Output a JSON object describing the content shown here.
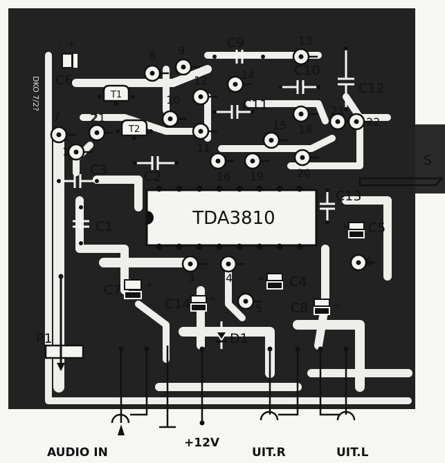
{
  "board": {
    "bg_color": "#222222",
    "trace_color": "#eeeeea",
    "ink_color": "#111111"
  },
  "ic": {
    "label": "TDA3810",
    "pins_per_side": 8
  },
  "side_text": "DKO 7/2?",
  "pads": [
    "1",
    "2",
    "3",
    "4",
    "5",
    "6",
    "7",
    "8",
    "9",
    "10",
    "11",
    "12",
    "13",
    "14",
    "15",
    "16",
    "18",
    "19",
    "20",
    "21",
    "21",
    "22"
  ],
  "components": {
    "t1": "T1",
    "t2": "T2",
    "c1": "C1",
    "c2": "C2",
    "c3": "C3",
    "c4": "C4",
    "c5": "C5",
    "c6": "C6",
    "c7": "C7",
    "c8": "C8",
    "c9": "C9",
    "c10": "C10",
    "c11": "C11",
    "c12": "C12",
    "c13": "C13",
    "c14": "C14",
    "d1": "D1",
    "p1": "P1",
    "s": "S"
  },
  "polarity": {
    "minus": "-",
    "plus": "+"
  },
  "connectors": {
    "audio_in": "AUDIO IN",
    "supply": "+12V",
    "out_r": "UIT.R",
    "out_l": "UIT.L"
  }
}
